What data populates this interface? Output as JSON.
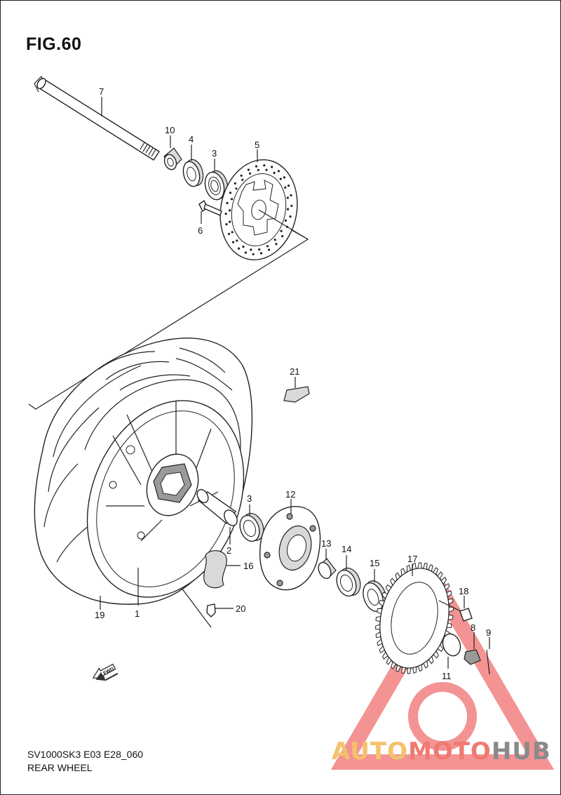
{
  "figure": {
    "title": "FIG.60",
    "footer_code": "SV1000SK3 E03 E28_060",
    "footer_name": "REAR WHEEL"
  },
  "callouts": {
    "c1": "1",
    "c2": "2",
    "c3a": "3",
    "c3b": "3",
    "c4": "4",
    "c5": "5",
    "c6": "6",
    "c7": "7",
    "c8": "8",
    "c9": "9",
    "c10": "10",
    "c11": "11",
    "c12": "12",
    "c13": "13",
    "c14": "14",
    "c15": "15",
    "c16": "16",
    "c17": "17",
    "c18": "18",
    "c19": "19",
    "c20": "20",
    "c21": "21"
  },
  "fwd_arrow": {
    "label": "FWD",
    "icon": "fwd-arrow-icon"
  },
  "watermark": {
    "part1": "AUTO",
    "part2": "MOTO",
    "part3": "HUB",
    "colors": {
      "auto": "#f5c16b",
      "moto": "#ef7a72",
      "hub": "#8a8a8a",
      "triangle": "#ef6f6f"
    }
  }
}
